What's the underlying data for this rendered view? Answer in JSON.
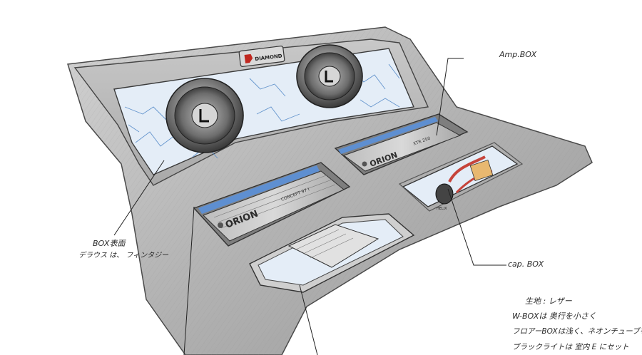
{
  "branding": {
    "box_logo": "DIAMOND",
    "amp_brand_main": "ORION",
    "amp_brand_upper": "ORION",
    "amp_model_main": "CONCEPT 97 I",
    "amp_model_upper": "XTR 250",
    "capacitor_logo": "HELIX"
  },
  "callouts": {
    "amp_box": "Amp.BOX",
    "box_surface_line1": "BOX表面",
    "box_surface_line2": "デラウス は、 フィンタジー",
    "cap_box": "cap. BOX"
  },
  "notes": {
    "line1": "生地 : レザー",
    "line2": "W-BOXは 奥行を小さく",
    "line3": "フロアーBOXは浅く、ネオンチューブを",
    "line4": "ブラックライトは 室内 E にセット"
  },
  "colors": {
    "leather": "#b9b9b9",
    "leather_dark": "#8e8e8e",
    "marble": "#e4edf7",
    "marble_vein": "#4f86c6",
    "amp_stripe": "#5e8fd1",
    "cap_red": "#c6443b",
    "logo_red": "#c0281f"
  }
}
